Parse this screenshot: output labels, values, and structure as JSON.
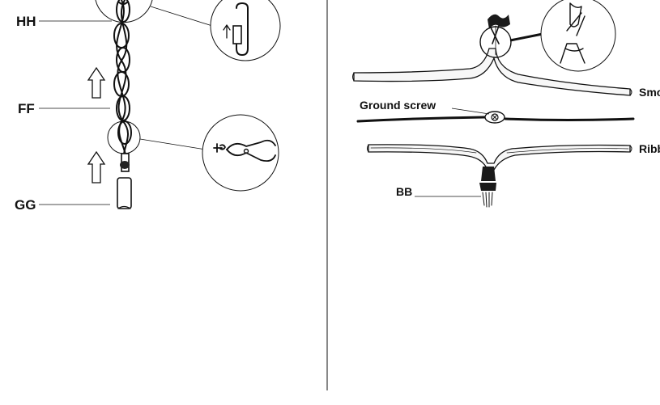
{
  "colors": {
    "ink": "#111111",
    "paper": "#ffffff",
    "wire_fill": "#f2f2f2",
    "cap_fill": "#1a1a1a"
  },
  "left_panel": {
    "labels": {
      "hh": "HH",
      "ff": "FF",
      "gg": "GG"
    },
    "icons": [
      "up-arrow-icon",
      "up-arrow-icon",
      "carabiner-icon",
      "wire-cutter-icon"
    ]
  },
  "right_panel": {
    "labels": {
      "smooth_wire": "Smo",
      "ground_screw": "Ground screw",
      "ribbed_wire": "Ribb",
      "bb": "BB"
    },
    "icons": [
      "twisted-wire-icon",
      "ground-screw-icon",
      "wire-nut-icon"
    ]
  }
}
